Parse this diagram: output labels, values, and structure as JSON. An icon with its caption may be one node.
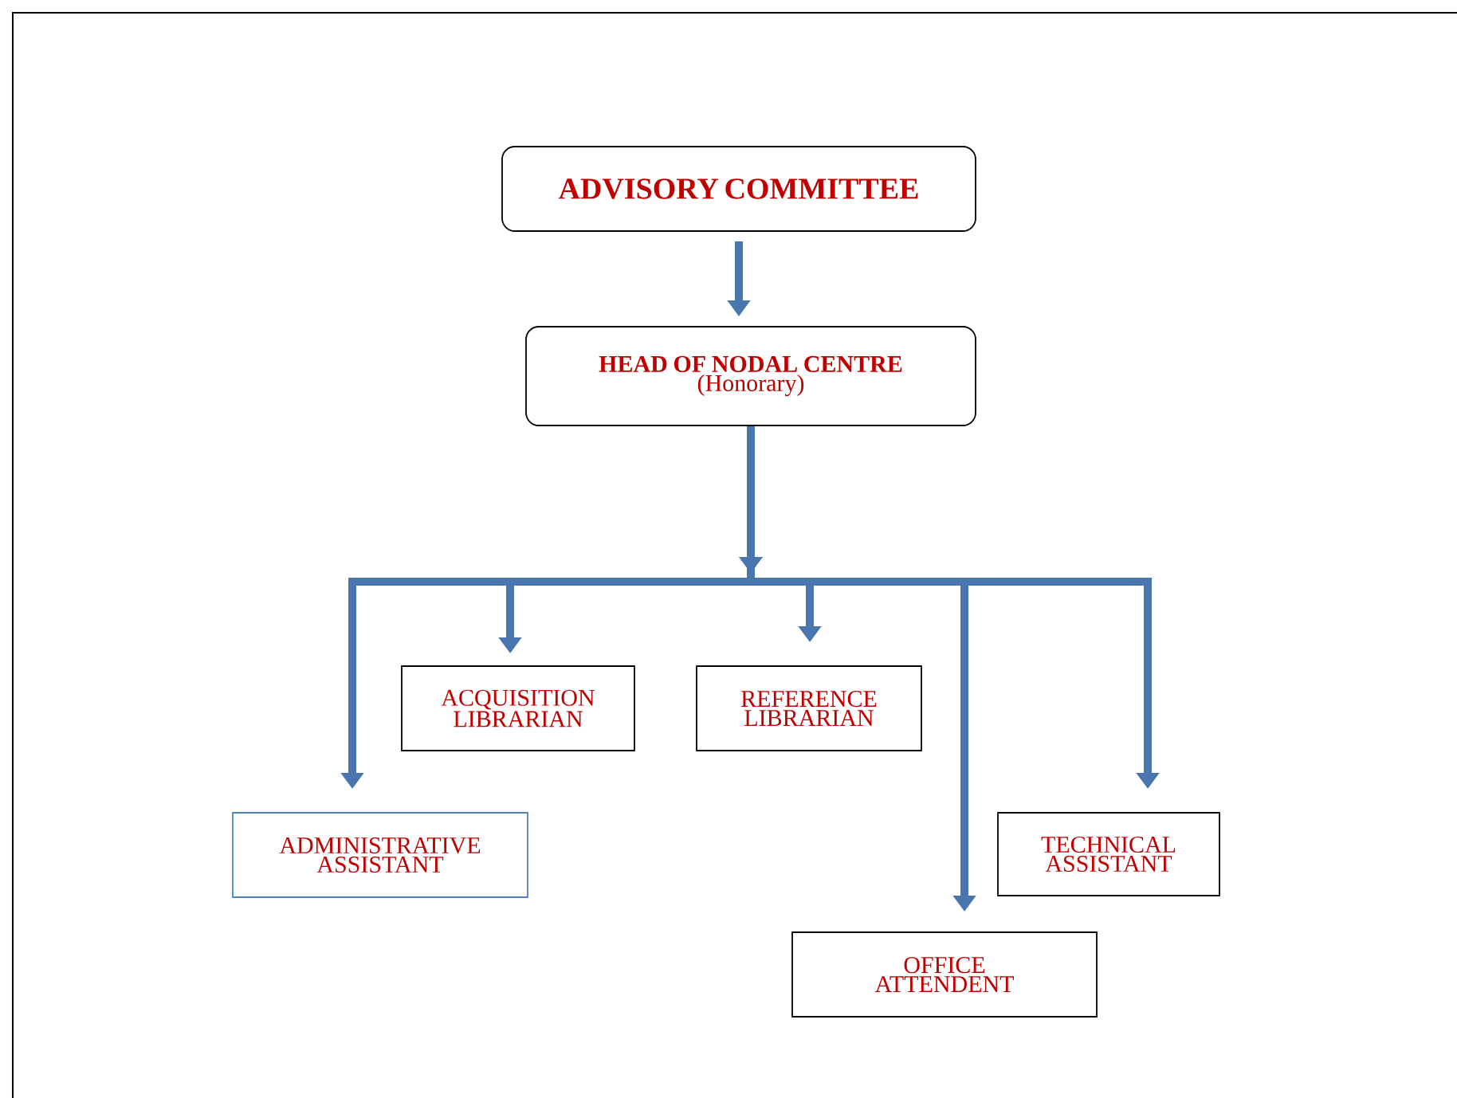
{
  "diagram": {
    "nodes": [
      {
        "text": [
          "ADVISORY COMMITTEE"
        ]
      },
      {
        "text": [
          "HEAD OF NODAL CENTRE",
          "(Honorary)"
        ]
      },
      {
        "text": [
          "ACQUISITION LIBRARIAN"
        ]
      },
      {
        "text": [
          "REFERENCE LIBRARIAN"
        ]
      },
      {
        "text": [
          "ADMINISTRATIVE ASSISTANT"
        ]
      },
      {
        "text": [
          "TECHNICAL ASSISTANT"
        ]
      },
      {
        "text": [
          "OFFICE ATTENDENT"
        ]
      }
    ],
    "edges": [
      {
        "from": 0,
        "to": 1,
        "arrow": "to"
      },
      {
        "from": 1,
        "to": 2,
        "arrow": "to"
      },
      {
        "from": 1,
        "to": 3,
        "arrow": "to"
      },
      {
        "from": 1,
        "to": 4,
        "arrow": "to"
      },
      {
        "from": 1,
        "to": 5,
        "arrow": "to"
      },
      {
        "from": 1,
        "to": 6,
        "arrow": "to"
      }
    ]
  }
}
